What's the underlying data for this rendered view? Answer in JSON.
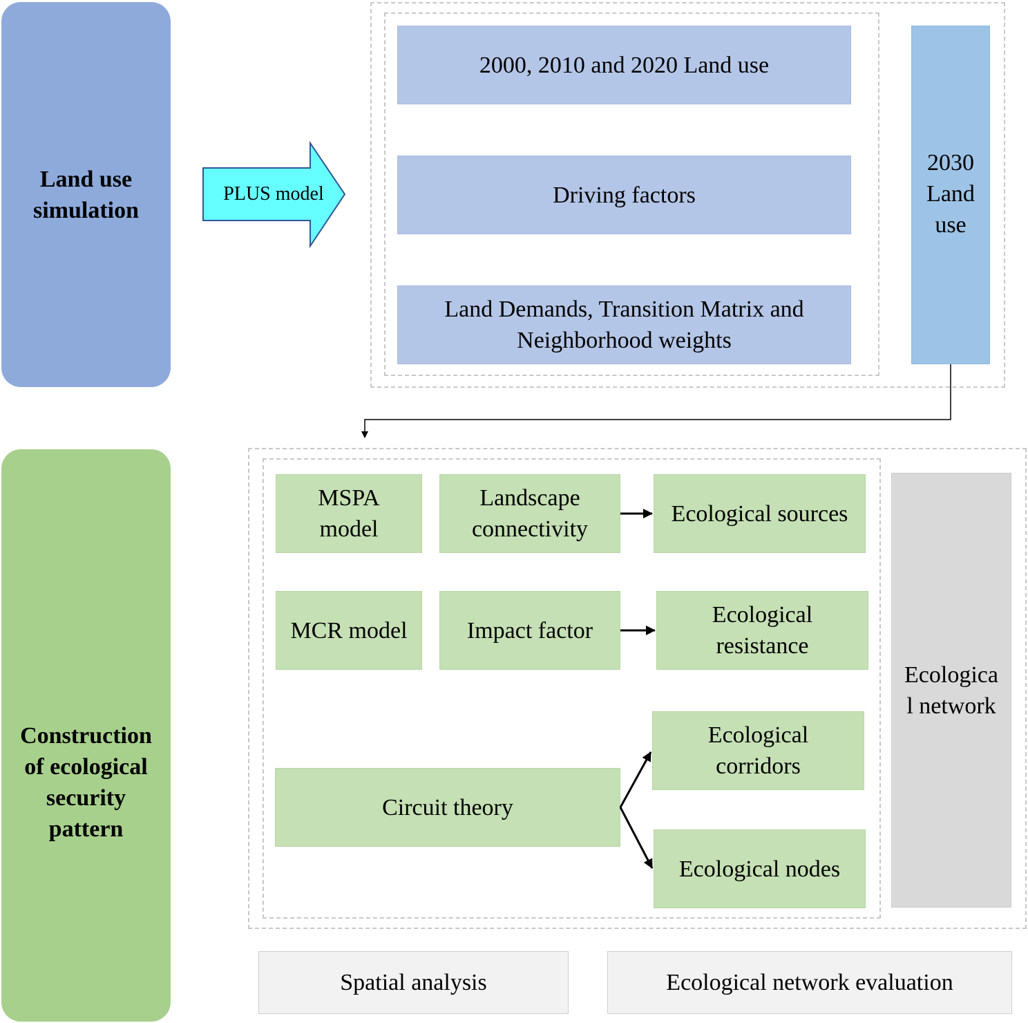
{
  "land_use_panel": {
    "label": "Land use simulation",
    "model_arrow": "PLUS model",
    "inputs": [
      "2000, 2010 and 2020 Land use",
      "Driving factors",
      "Land Demands, Transition Matrix and Neighborhood weights"
    ],
    "output": "2030 Land use"
  },
  "ecological_panel": {
    "label": "Construction of ecological security pattern",
    "mspa": "MSPA model",
    "landscape": "Landscape connectivity",
    "sources": "Ecological sources",
    "mcr": "MCR model",
    "impact": "Impact factor",
    "resistance": "Ecological resistance",
    "circuit": "Circuit theory",
    "corridors": "Ecological corridors",
    "nodes": "Ecological nodes",
    "network": "Ecologica l network"
  },
  "bottom": {
    "spatial": "Spatial analysis",
    "evaluation": "Ecological network evaluation"
  },
  "colors": {
    "blue_side": "#8eaadb",
    "green_side": "#a8d08d",
    "blue_box": "#b4c6e7",
    "green_box": "#c5e0b4",
    "arrow_fill": "#66ffff"
  }
}
